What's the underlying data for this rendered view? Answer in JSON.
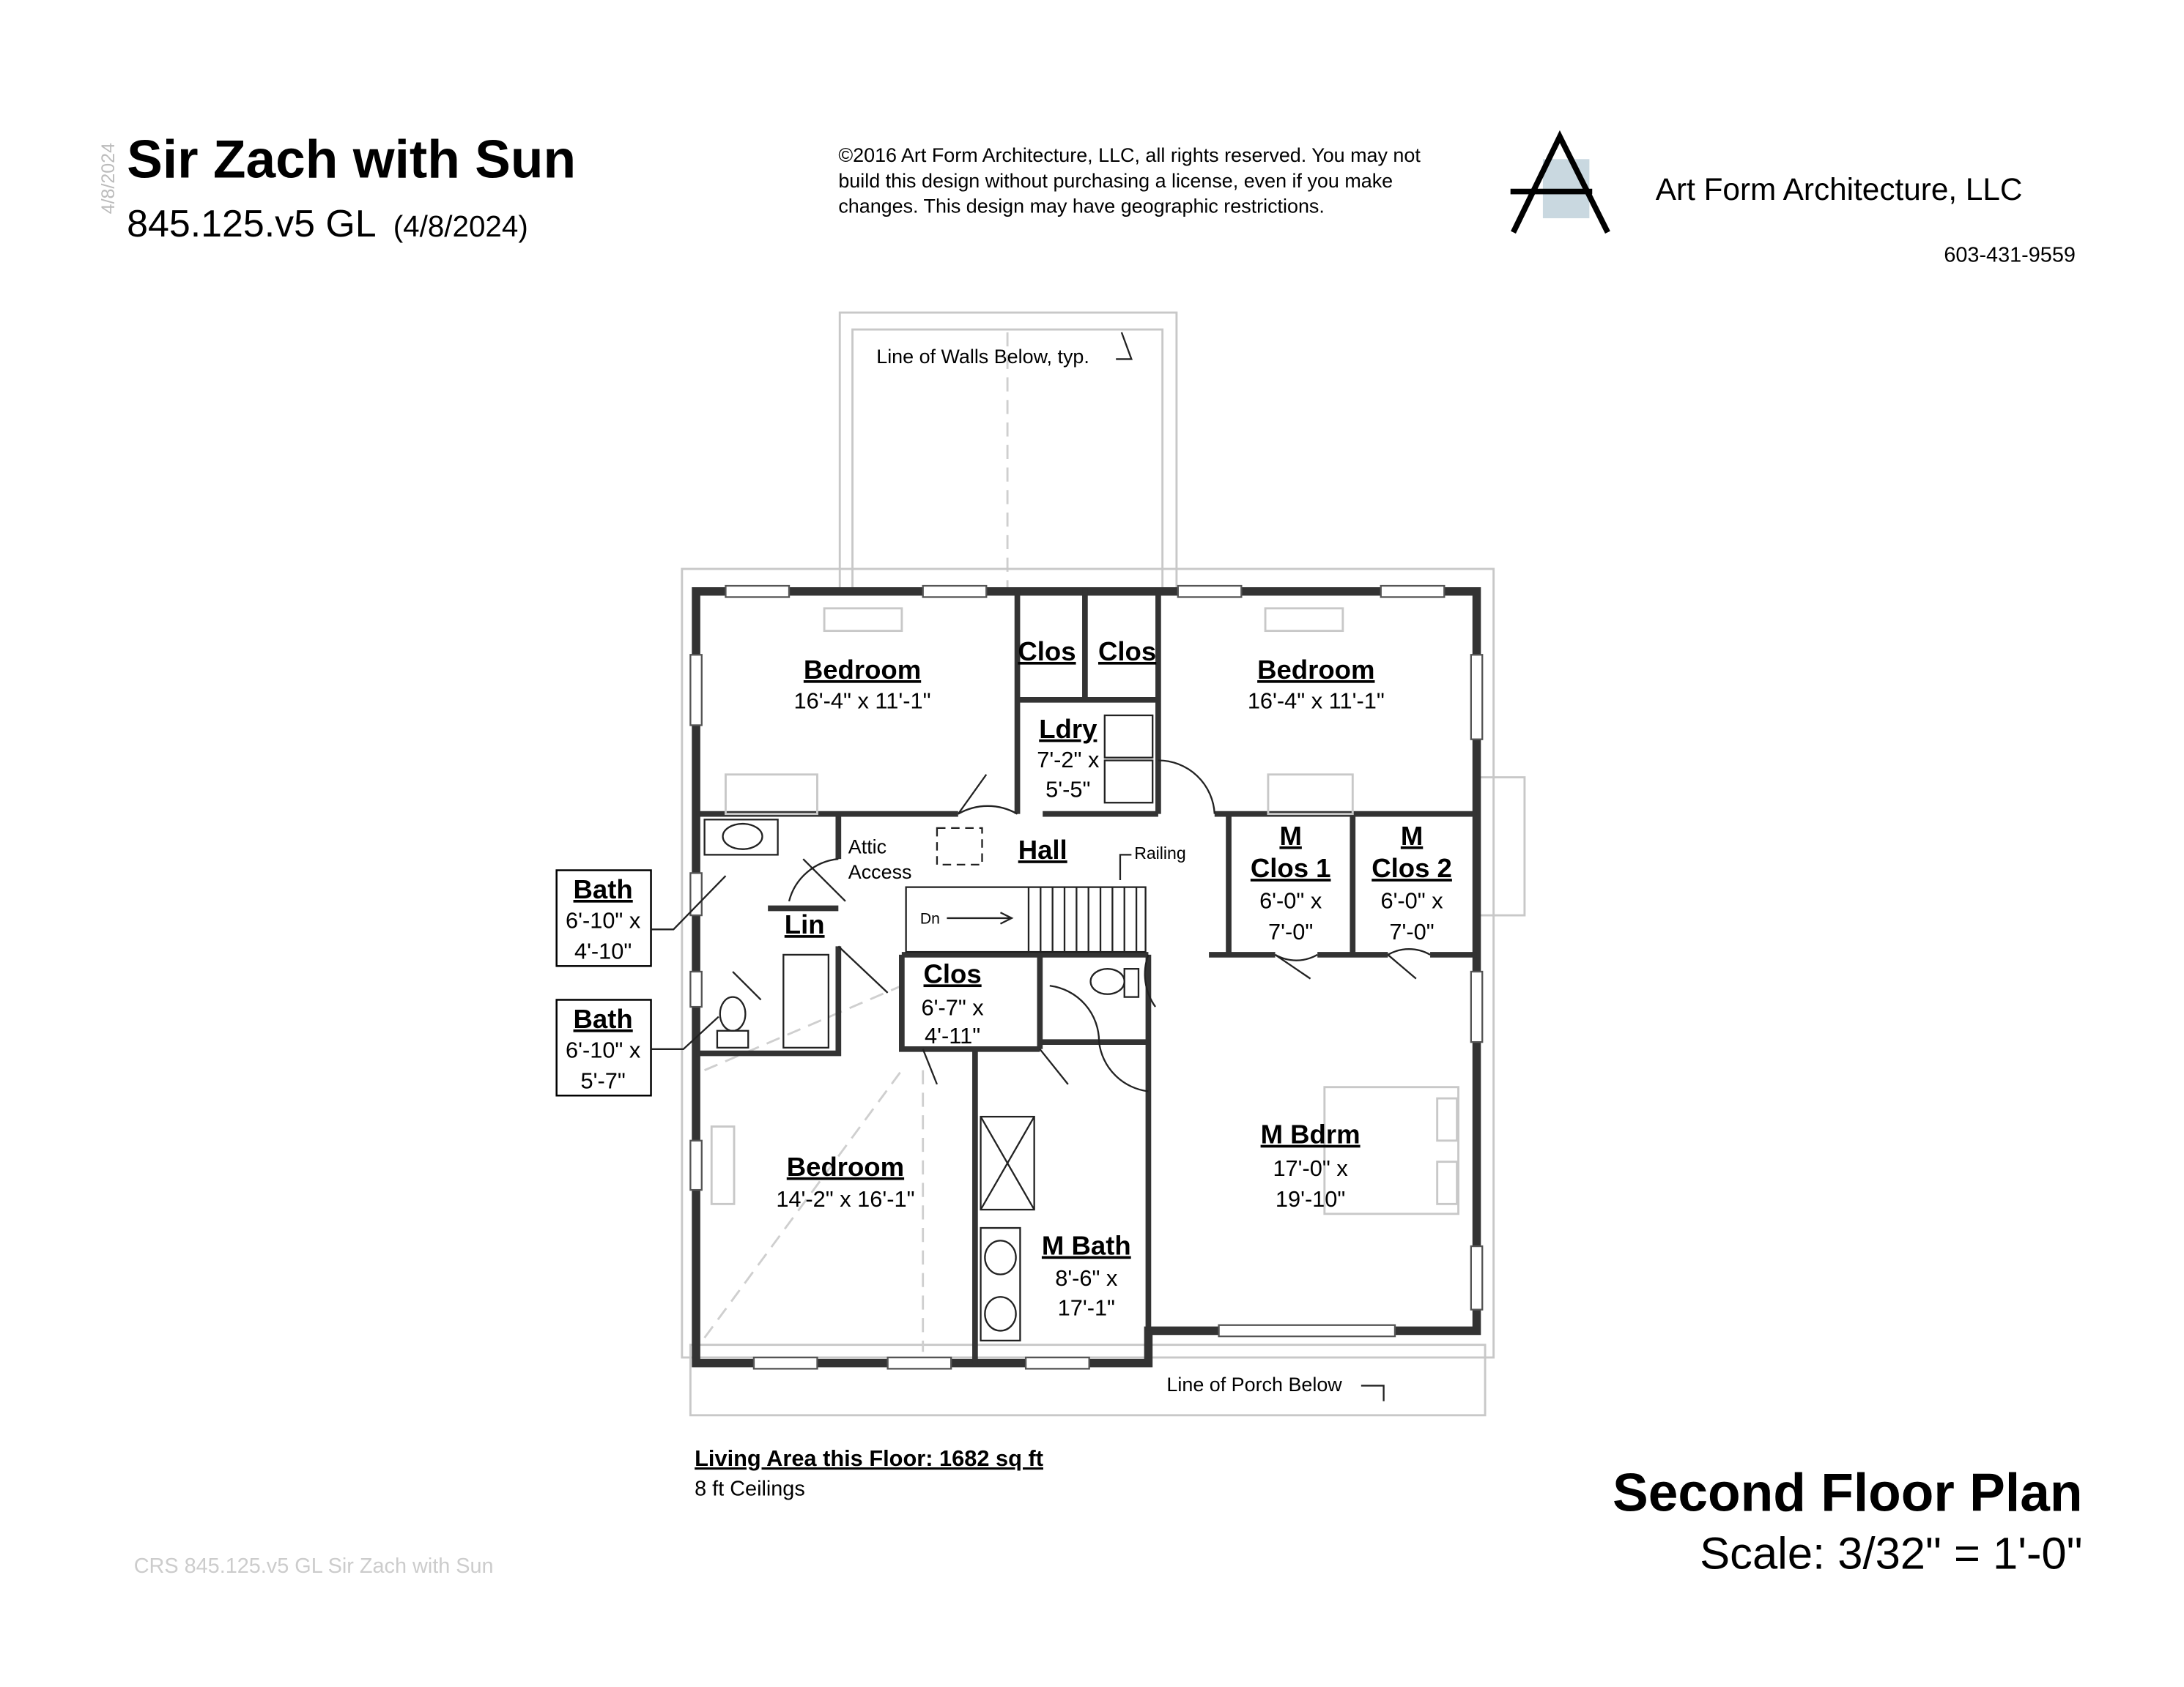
{
  "header": {
    "title": "Sir Zach with Sun",
    "plan_id": "845.125.v5 GL",
    "plan_date": "(4/8/2024)",
    "side_date": "4/8/2024",
    "copyright_lines": [
      "©2016 Art Form Architecture, LLC, all rights reserved. You may not",
      "build this design without purchasing a license, even if you make",
      "changes. This design may have geographic restrictions."
    ],
    "company": "Art Form Architecture, LLC",
    "phone": "603-431-9559",
    "logo_accent": "#c9d8e0"
  },
  "rooms": {
    "bedroom_nw": {
      "name": "Bedroom",
      "dims": "16'-4\" x 11'-1\""
    },
    "clos_a": {
      "name": "Clos"
    },
    "clos_b": {
      "name": "Clos"
    },
    "bedroom_ne": {
      "name": "Bedroom",
      "dims": "16'-4\" x 11'-1\""
    },
    "ldry": {
      "name": "Ldry",
      "dims1": "7'-2\" x",
      "dims2": "5'-5\""
    },
    "hall": {
      "name": "Hall"
    },
    "m_clos_1": {
      "name1": "M",
      "name2": "Clos 1",
      "dims1": "6'-0\" x",
      "dims2": "7'-0\""
    },
    "m_clos_2": {
      "name1": "M",
      "name2": "Clos 2",
      "dims1": "6'-0\" x",
      "dims2": "7'-0\""
    },
    "lin": {
      "name": "Lin"
    },
    "clos_c": {
      "name": "Clos",
      "dims1": "6'-7\" x",
      "dims2": "4'-11\""
    },
    "bedroom_sw": {
      "name": "Bedroom",
      "dims": "14'-2\" x 16'-1\""
    },
    "m_bdrm": {
      "name": "M Bdrm",
      "dims1": "17'-0\" x",
      "dims2": "19'-10\""
    },
    "m_bath": {
      "name": "M Bath",
      "dims1": "8'-6\" x",
      "dims2": "17'-1\""
    },
    "bath_1": {
      "name": "Bath",
      "dims1": "6'-10\" x",
      "dims2": "4'-10\""
    },
    "bath_2": {
      "name": "Bath",
      "dims1": "6'-10\" x",
      "dims2": "5'-7\""
    }
  },
  "notes": {
    "walls_below": "Line of Walls Below, typ.",
    "porch_below": "Line of Porch Below",
    "attic_1": "Attic",
    "attic_2": "Access",
    "railing": "Railing",
    "stairs": "Dn"
  },
  "footer": {
    "living_area": "Living Area this Floor: 1682 sq ft",
    "ceilings": "8 ft Ceilings",
    "watermark": "CRS 845.125.v5 GL Sir Zach with Sun",
    "plan_title": "Second Floor Plan",
    "scale": "Scale: 3/32\" = 1'-0\""
  }
}
